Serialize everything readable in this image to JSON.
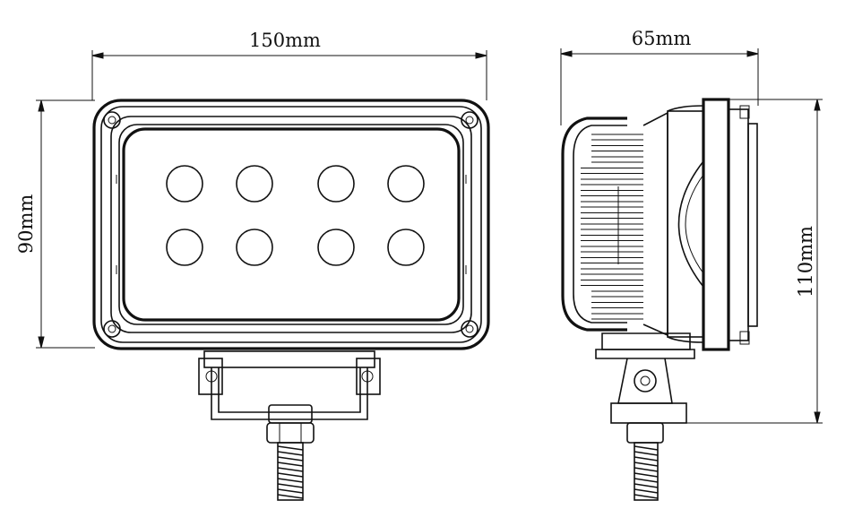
{
  "dimensions": {
    "front_width": "150mm",
    "front_height": "90mm",
    "side_depth": "65mm",
    "side_height": "110mm"
  },
  "front_view": {
    "led_rows": 2,
    "led_columns": 4
  }
}
